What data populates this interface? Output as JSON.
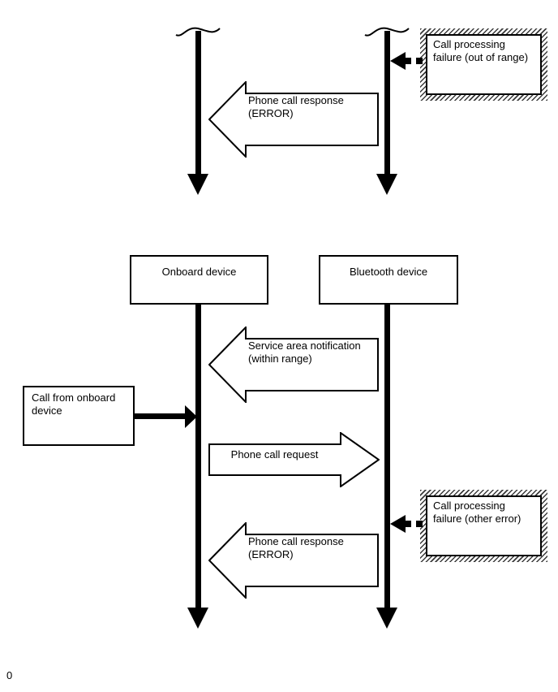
{
  "page": {
    "background": "#ffffff",
    "footer_text": "0"
  },
  "colors": {
    "ink": "#000000",
    "box_fill": "#ffffff"
  },
  "top_sequence": {
    "failure_box": {
      "lines": [
        "Call processing",
        "failure (out of range)"
      ]
    },
    "response_arrow": {
      "lines": [
        "Phone call response",
        "(ERROR)"
      ]
    }
  },
  "bottom_sequence": {
    "actors": [
      {
        "label": "Onboard device"
      },
      {
        "label": "Bluetooth device"
      }
    ],
    "service_arrow": {
      "lines": [
        "Service area notification",
        "(within range)"
      ]
    },
    "call_box": {
      "lines": [
        "Call from onboard",
        "device"
      ]
    },
    "request_arrow": {
      "label": "Phone call request"
    },
    "failure_box": {
      "lines": [
        "Call processing",
        "failure (other error)"
      ]
    },
    "response_arrow": {
      "lines": [
        "Phone call response",
        "(ERROR)"
      ]
    }
  }
}
